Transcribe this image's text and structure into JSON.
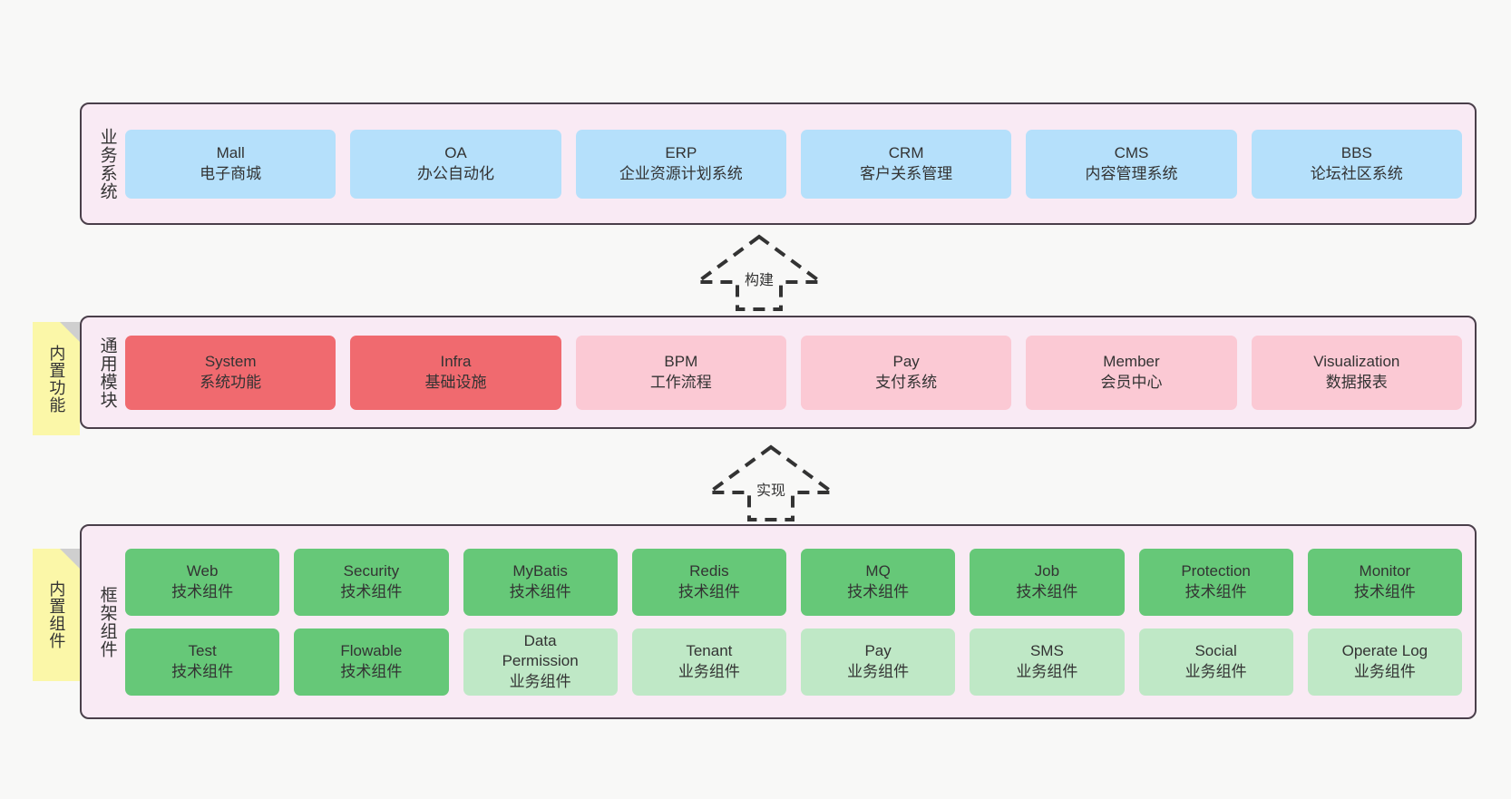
{
  "diagram": {
    "background": "#f8f8f7",
    "layer_fill": "#f9eaf4",
    "layer_border": "#4a3f4a",
    "sticky_fill": "#fbf7a8",
    "colors": {
      "blue": "#b5e0fb",
      "red": "#f06a6f",
      "pink": "#fbc9d4",
      "green": "#66c878",
      "light_green": "#bfe8c6"
    }
  },
  "layers": [
    {
      "title": "业务系统",
      "rows": [
        [
          {
            "name": "Mall",
            "sub": "电子商城",
            "color": "blue"
          },
          {
            "name": "OA",
            "sub": "办公自动化",
            "color": "blue"
          },
          {
            "name": "ERP",
            "sub": "企业资源计划系统",
            "color": "blue"
          },
          {
            "name": "CRM",
            "sub": "客户关系管理",
            "color": "blue"
          },
          {
            "name": "CMS",
            "sub": "内容管理系统",
            "color": "blue"
          },
          {
            "name": "BBS",
            "sub": "论坛社区系统",
            "color": "blue"
          }
        ]
      ]
    },
    {
      "title": "通用模块",
      "sticky": "内置功能",
      "rows": [
        [
          {
            "name": "System",
            "sub": "系统功能",
            "color": "red"
          },
          {
            "name": "Infra",
            "sub": "基础设施",
            "color": "red"
          },
          {
            "name": "BPM",
            "sub": "工作流程",
            "color": "pink"
          },
          {
            "name": "Pay",
            "sub": "支付系统",
            "color": "pink"
          },
          {
            "name": "Member",
            "sub": "会员中心",
            "color": "pink"
          },
          {
            "name": "Visualization",
            "sub": "数据报表",
            "color": "pink"
          }
        ]
      ]
    },
    {
      "title": "框架组件",
      "sticky": "内置组件",
      "rows": [
        [
          {
            "name": "Web",
            "sub": "技术组件",
            "color": "green"
          },
          {
            "name": "Security",
            "sub": "技术组件",
            "color": "green"
          },
          {
            "name": "MyBatis",
            "sub": "技术组件",
            "color": "green"
          },
          {
            "name": "Redis",
            "sub": "技术组件",
            "color": "green"
          },
          {
            "name": "MQ",
            "sub": "技术组件",
            "color": "green"
          },
          {
            "name": "Job",
            "sub": "技术组件",
            "color": "green"
          },
          {
            "name": "Protection",
            "sub": "技术组件",
            "color": "green"
          },
          {
            "name": "Monitor",
            "sub": "技术组件",
            "color": "green"
          }
        ],
        [
          {
            "name": "Test",
            "sub": "技术组件",
            "color": "green"
          },
          {
            "name": "Flowable",
            "sub": "技术组件",
            "color": "green"
          },
          {
            "name": "Data\nPermission",
            "sub": "业务组件",
            "color": "light_green"
          },
          {
            "name": "Tenant",
            "sub": "业务组件",
            "color": "light_green"
          },
          {
            "name": "Pay",
            "sub": "业务组件",
            "color": "light_green"
          },
          {
            "name": "SMS",
            "sub": "业务组件",
            "color": "light_green"
          },
          {
            "name": "Social",
            "sub": "业务组件",
            "color": "light_green"
          },
          {
            "name": "Operate Log",
            "sub": "业务组件",
            "color": "light_green"
          }
        ]
      ]
    }
  ],
  "connectors": [
    {
      "label": "构建"
    },
    {
      "label": "实现"
    }
  ]
}
